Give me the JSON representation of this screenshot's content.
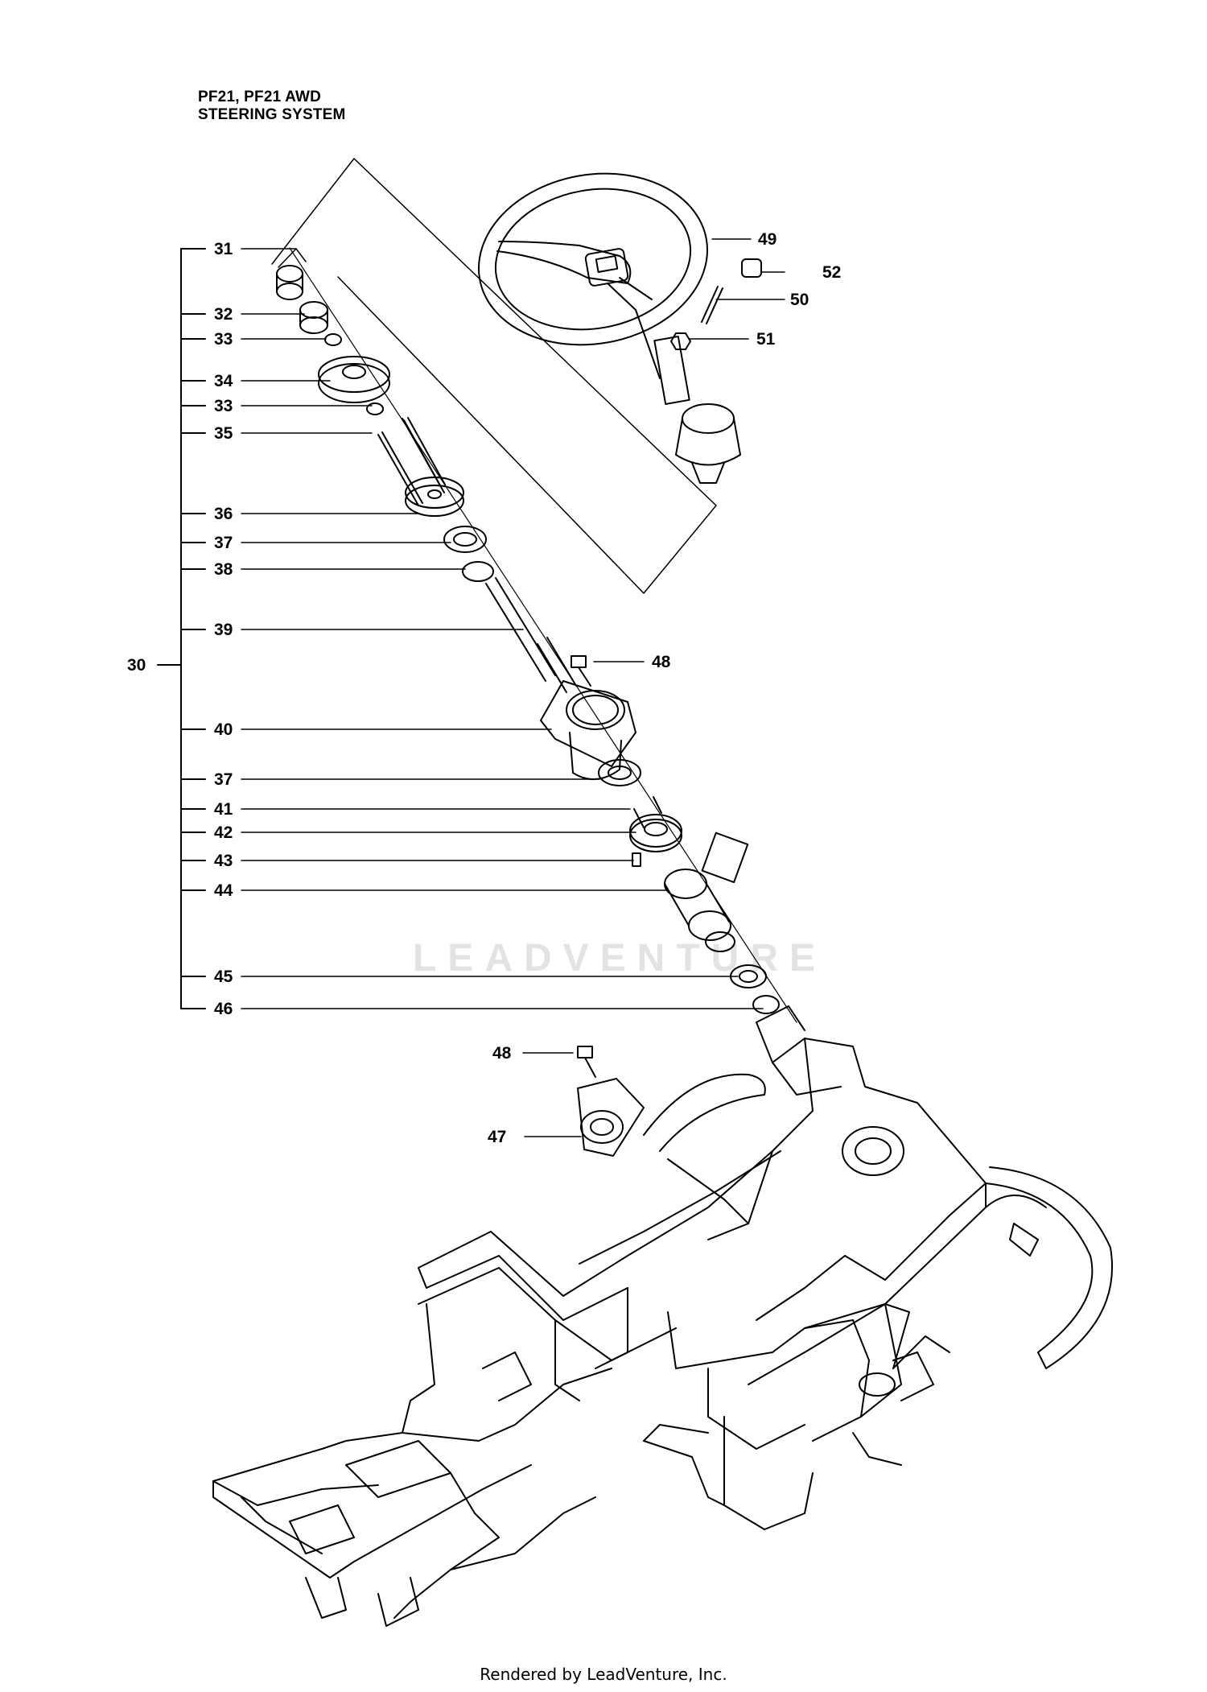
{
  "title": {
    "line1": "PF21, PF21 AWD",
    "line2": "STEERING SYSTEM"
  },
  "callouts": [
    "30",
    "31",
    "32",
    "33",
    "34",
    "33",
    "35",
    "36",
    "37",
    "38",
    "39",
    "40",
    "37",
    "41",
    "42",
    "43",
    "44",
    "45",
    "46",
    "47",
    "48",
    "48",
    "49",
    "50",
    "51",
    "52"
  ],
  "watermark": "LEADVENTURE",
  "footer": "Rendered by LeadVenture, Inc.",
  "colors": {
    "line": "#000000",
    "watermark": "#e3e3e3"
  }
}
